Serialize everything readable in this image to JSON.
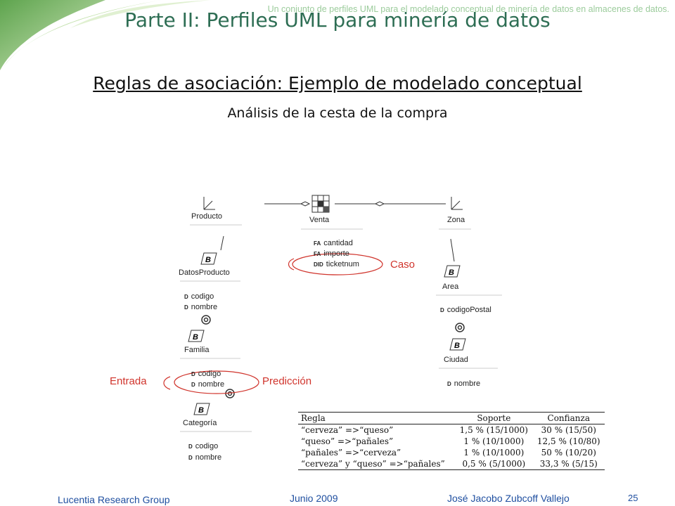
{
  "header_note": "Un conjunto de perfiles UML para el modelado conceptual de minería de datos en almacenes de datos.",
  "title": "Parte II: Perfiles UML para minería de datos",
  "subtitle": "Reglas de asociación: Ejemplo de modelado conceptual",
  "subsubtitle": "Análisis de la cesta de la compra",
  "diagram": {
    "fact": {
      "name": "Venta",
      "attributes": [
        {
          "stereo": "FA",
          "name": "cantidad"
        },
        {
          "stereo": "FA",
          "name": "importe"
        },
        {
          "stereo": "DID",
          "name": "ticketnum"
        }
      ]
    },
    "producto": {
      "name": "Producto"
    },
    "zona": {
      "name": "Zona"
    },
    "datos_producto": {
      "name": "DatosProducto",
      "attributes": [
        {
          "stereo": "D",
          "name": "codigo"
        },
        {
          "stereo": "D",
          "name": "nombre"
        }
      ]
    },
    "familia": {
      "name": "Familia",
      "attributes": [
        {
          "stereo": "D",
          "name": "codigo"
        },
        {
          "stereo": "D",
          "name": "nombre"
        }
      ]
    },
    "categoria": {
      "name": "Categoría",
      "attributes": [
        {
          "stereo": "D",
          "name": "codigo"
        },
        {
          "stereo": "D",
          "name": "nombre"
        }
      ]
    },
    "area": {
      "name": "Area",
      "attributes": [
        {
          "stereo": "D",
          "name": "codigoPostal"
        }
      ]
    },
    "ciudad": {
      "name": "Ciudad",
      "attributes": [
        {
          "stereo": "D",
          "name": "nombre"
        }
      ]
    },
    "labels": {
      "caso": "Caso",
      "entrada": "Entrada",
      "prediccion": "Predicción"
    },
    "base_icon": "B",
    "colors": {
      "annotation": "#d0342c",
      "title": "#2e6e54",
      "footer": "#1f4fa0"
    }
  },
  "table": {
    "headers": [
      "Regla",
      "Soporte",
      "Confianza"
    ],
    "rows": [
      [
        "“cerveza” =>“queso”",
        "1,5 % (15/1000)",
        "30 % (15/50)"
      ],
      [
        "“queso” =>“pañales”",
        "1 % (10/1000)",
        "12,5 % (10/80)"
      ],
      [
        "“pañales” =>“cerveza”",
        "1 % (10/1000)",
        "50 % (10/20)"
      ],
      [
        "“cerveza” y “queso” =>“pañales”",
        "0,5 % (5/1000)",
        "33,3 % (5/15)"
      ]
    ]
  },
  "footer": {
    "left": "Lucentia Research Group",
    "center": "Junio 2009",
    "right": "José Jacobo Zubcoff Vallejo",
    "page": "25"
  }
}
